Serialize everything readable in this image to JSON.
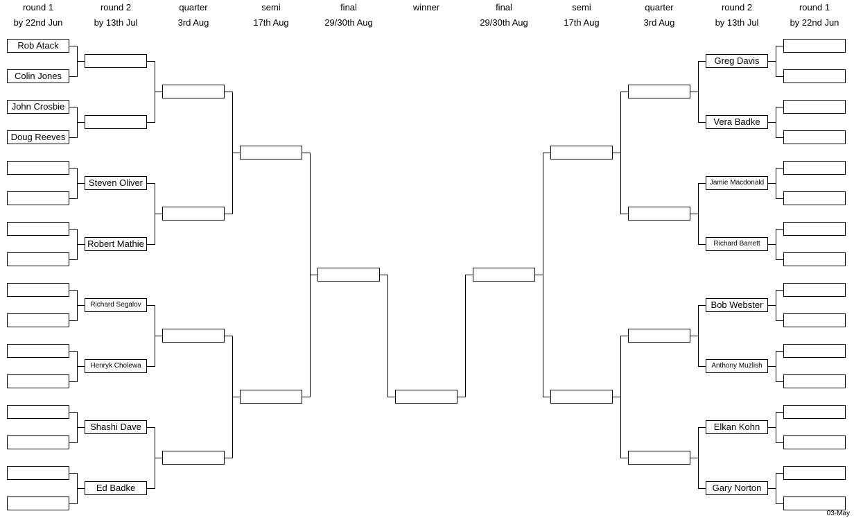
{
  "headers": {
    "left": [
      {
        "name": "round 1",
        "date": "by 22nd Jun"
      },
      {
        "name": "round 2",
        "date": "by 13th Jul"
      },
      {
        "name": "quarter",
        "date": "3rd Aug"
      },
      {
        "name": "semi",
        "date": "17th Aug"
      },
      {
        "name": "final",
        "date": "29/30th Aug"
      }
    ],
    "center": {
      "name": "winner",
      "date": ""
    },
    "right": [
      {
        "name": "final",
        "date": "29/30th Aug"
      },
      {
        "name": "semi",
        "date": "17th Aug"
      },
      {
        "name": "quarter",
        "date": "3rd Aug"
      },
      {
        "name": "round 2",
        "date": "by 13th Jul"
      },
      {
        "name": "round 1",
        "date": "by 22nd Jun"
      }
    ]
  },
  "left": {
    "round1": [
      "Rob Atack",
      "Colin Jones",
      "John Crosbie",
      "Doug Reeves",
      "",
      "",
      "",
      "",
      "",
      "",
      "",
      "",
      "",
      "",
      "",
      ""
    ],
    "round2": [
      "",
      "",
      "Steven Oliver",
      "Robert Mathie",
      "Richard Segalov",
      "Henryk Cholewa",
      "Shashi Dave",
      "Ed Badke"
    ],
    "quarter": [
      "",
      "",
      "",
      ""
    ],
    "semi": [
      "",
      ""
    ],
    "final": [
      ""
    ]
  },
  "winner": "",
  "right": {
    "final": [
      ""
    ],
    "semi": [
      "",
      ""
    ],
    "quarter": [
      "",
      "",
      "",
      ""
    ],
    "round2": [
      "Greg Davis",
      "Vera Badke",
      "Jamie Macdonald",
      "Richard Barrett",
      "Bob Webster",
      "Anthony Muzlish",
      "Elkan Kohn",
      "Gary Norton"
    ],
    "round1": [
      "",
      "",
      "",
      "",
      "",
      "",
      "",
      "",
      "",
      "",
      "",
      "",
      "",
      "",
      "",
      ""
    ]
  },
  "footer": {
    "stamp": "03-May"
  }
}
